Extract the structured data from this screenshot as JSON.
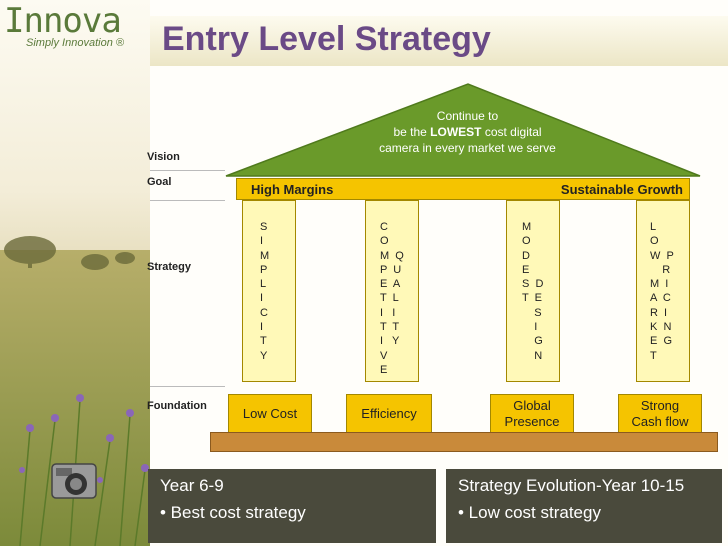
{
  "logo": {
    "name": "Innova",
    "tagline": "Simply Innovation ®"
  },
  "title": "Entry Level Strategy",
  "side_labels": {
    "vision": "Vision",
    "goal": "Goal",
    "strategy": "Strategy",
    "foundation": "Foundation"
  },
  "vision": {
    "line1": "Continue to",
    "line2_pre": "be the ",
    "line2_bold": "LOWEST",
    "line2_post": " cost digital",
    "line3": "camera in every market we serve"
  },
  "goals": {
    "left": "High Margins",
    "right": "Sustainable Growth"
  },
  "pillars": [
    {
      "text": "S\nI\nM\nP\nL\nI\nC\nI\nT\nY"
    },
    {
      "text": "C\nO\nM  Q\nP  U\nE  A\nT  L\nI   I\nT  T\nI   Y\nV\nE"
    },
    {
      "text": "M\nO\nD\nE\nS  D\nT  E\n    S\n    I\n    G\n    N"
    },
    {
      "text": "L\nO\nW  P\n    R\nM  I\nA  C\nR  I\nK  N\nE  G\nT"
    }
  ],
  "foundations": [
    "Low Cost",
    "Efficiency",
    "Global\nPresence",
    "Strong\nCash flow"
  ],
  "panels": [
    {
      "title": "Year 6-9",
      "item": "•  Best cost strategy"
    },
    {
      "title": "Strategy Evolution-Year 10-15",
      "item": "•  Low cost strategy"
    }
  ],
  "colors": {
    "roof": "#6a9a2a",
    "beam": "#f5c400",
    "title": "#6a4a86",
    "panel": "#4a4a3c"
  }
}
